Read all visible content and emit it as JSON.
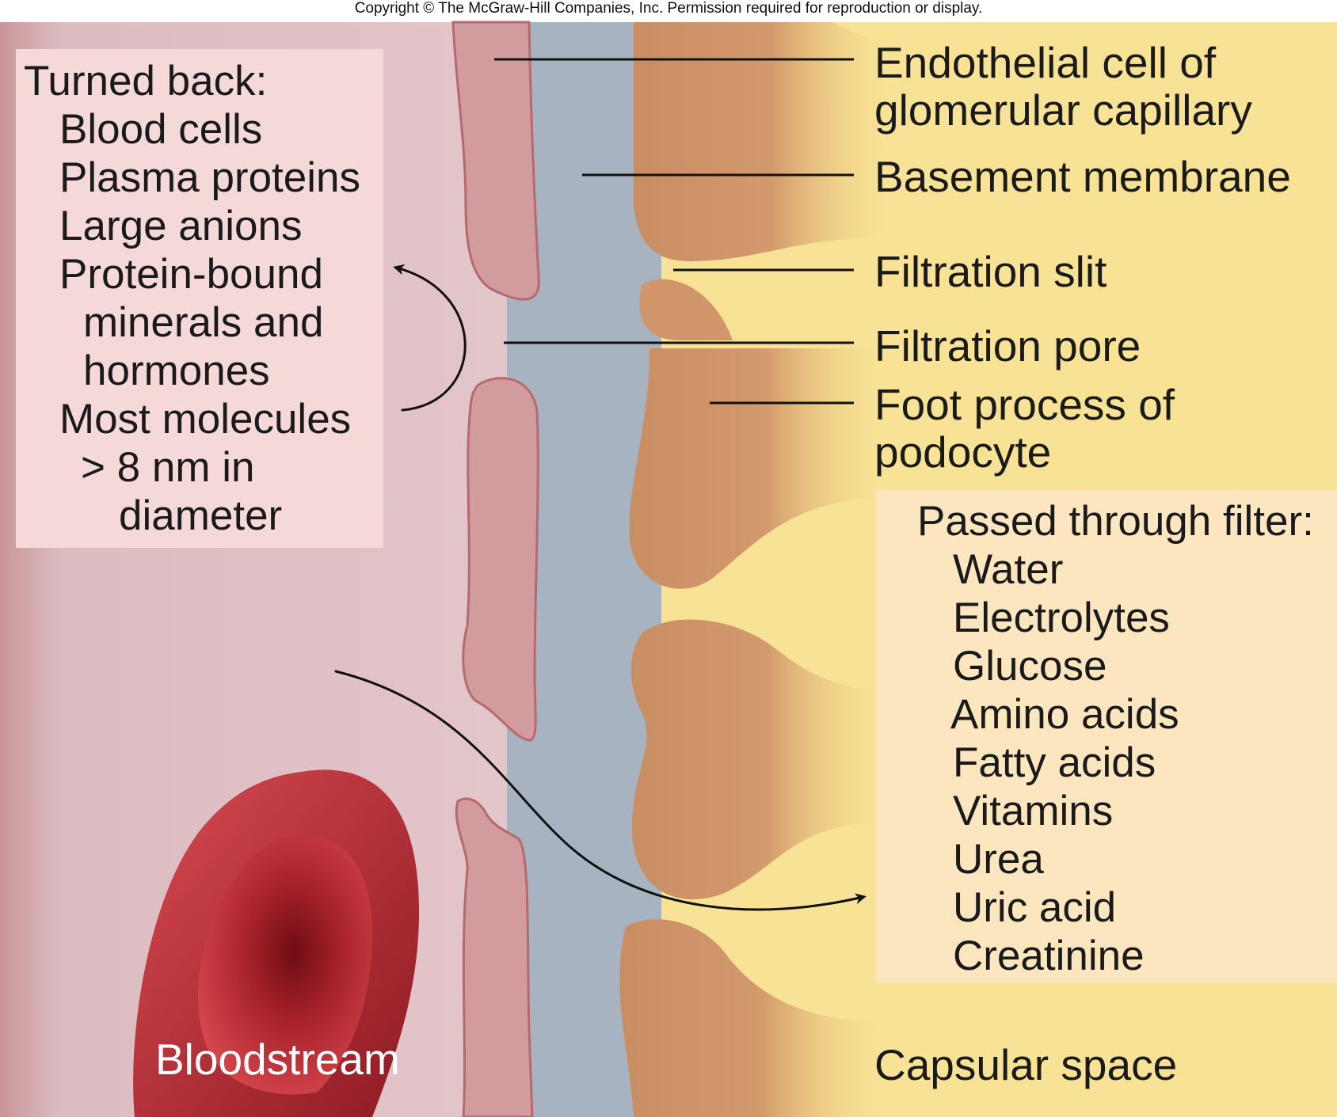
{
  "copyright": "Copyright © The McGraw-Hill Companies, Inc. Permission required for reproduction or display.",
  "labels": {
    "endothelial_line1": "Endothelial cell of",
    "endothelial_line2": "glomerular capillary",
    "basement_membrane": "Basement membrane",
    "filtration_slit": "Filtration slit",
    "filtration_pore": "Filtration pore",
    "foot_process_line1": "Foot process of",
    "foot_process_line2": "podocyte",
    "capsular_space": "Capsular space",
    "bloodstream": "Bloodstream"
  },
  "turned_back": {
    "title": "Turned back:",
    "items": [
      "Blood cells",
      "Plasma proteins",
      "Large anions",
      "Protein-bound",
      "minerals and",
      "hormones",
      "Most molecules",
      "> 8 nm in",
      "diameter"
    ]
  },
  "passed_through": {
    "title": "Passed through filter:",
    "items": [
      "Water",
      "Electrolytes",
      "Glucose",
      "Amino acids",
      "Fatty acids",
      "Vitamins",
      "Urea",
      "Uric acid",
      "Creatinine"
    ]
  },
  "colors": {
    "bloodstream": "#dfbfc3",
    "endothelium": "#d29c9f",
    "basement_membrane": "#a7b3c0",
    "podocyte": "#cf9468",
    "capsular_space": "#f7e296",
    "turned_back_box": "#f5d8d8",
    "passed_box": "#fbe6c0",
    "red_blood_cell": "#b3262e"
  }
}
